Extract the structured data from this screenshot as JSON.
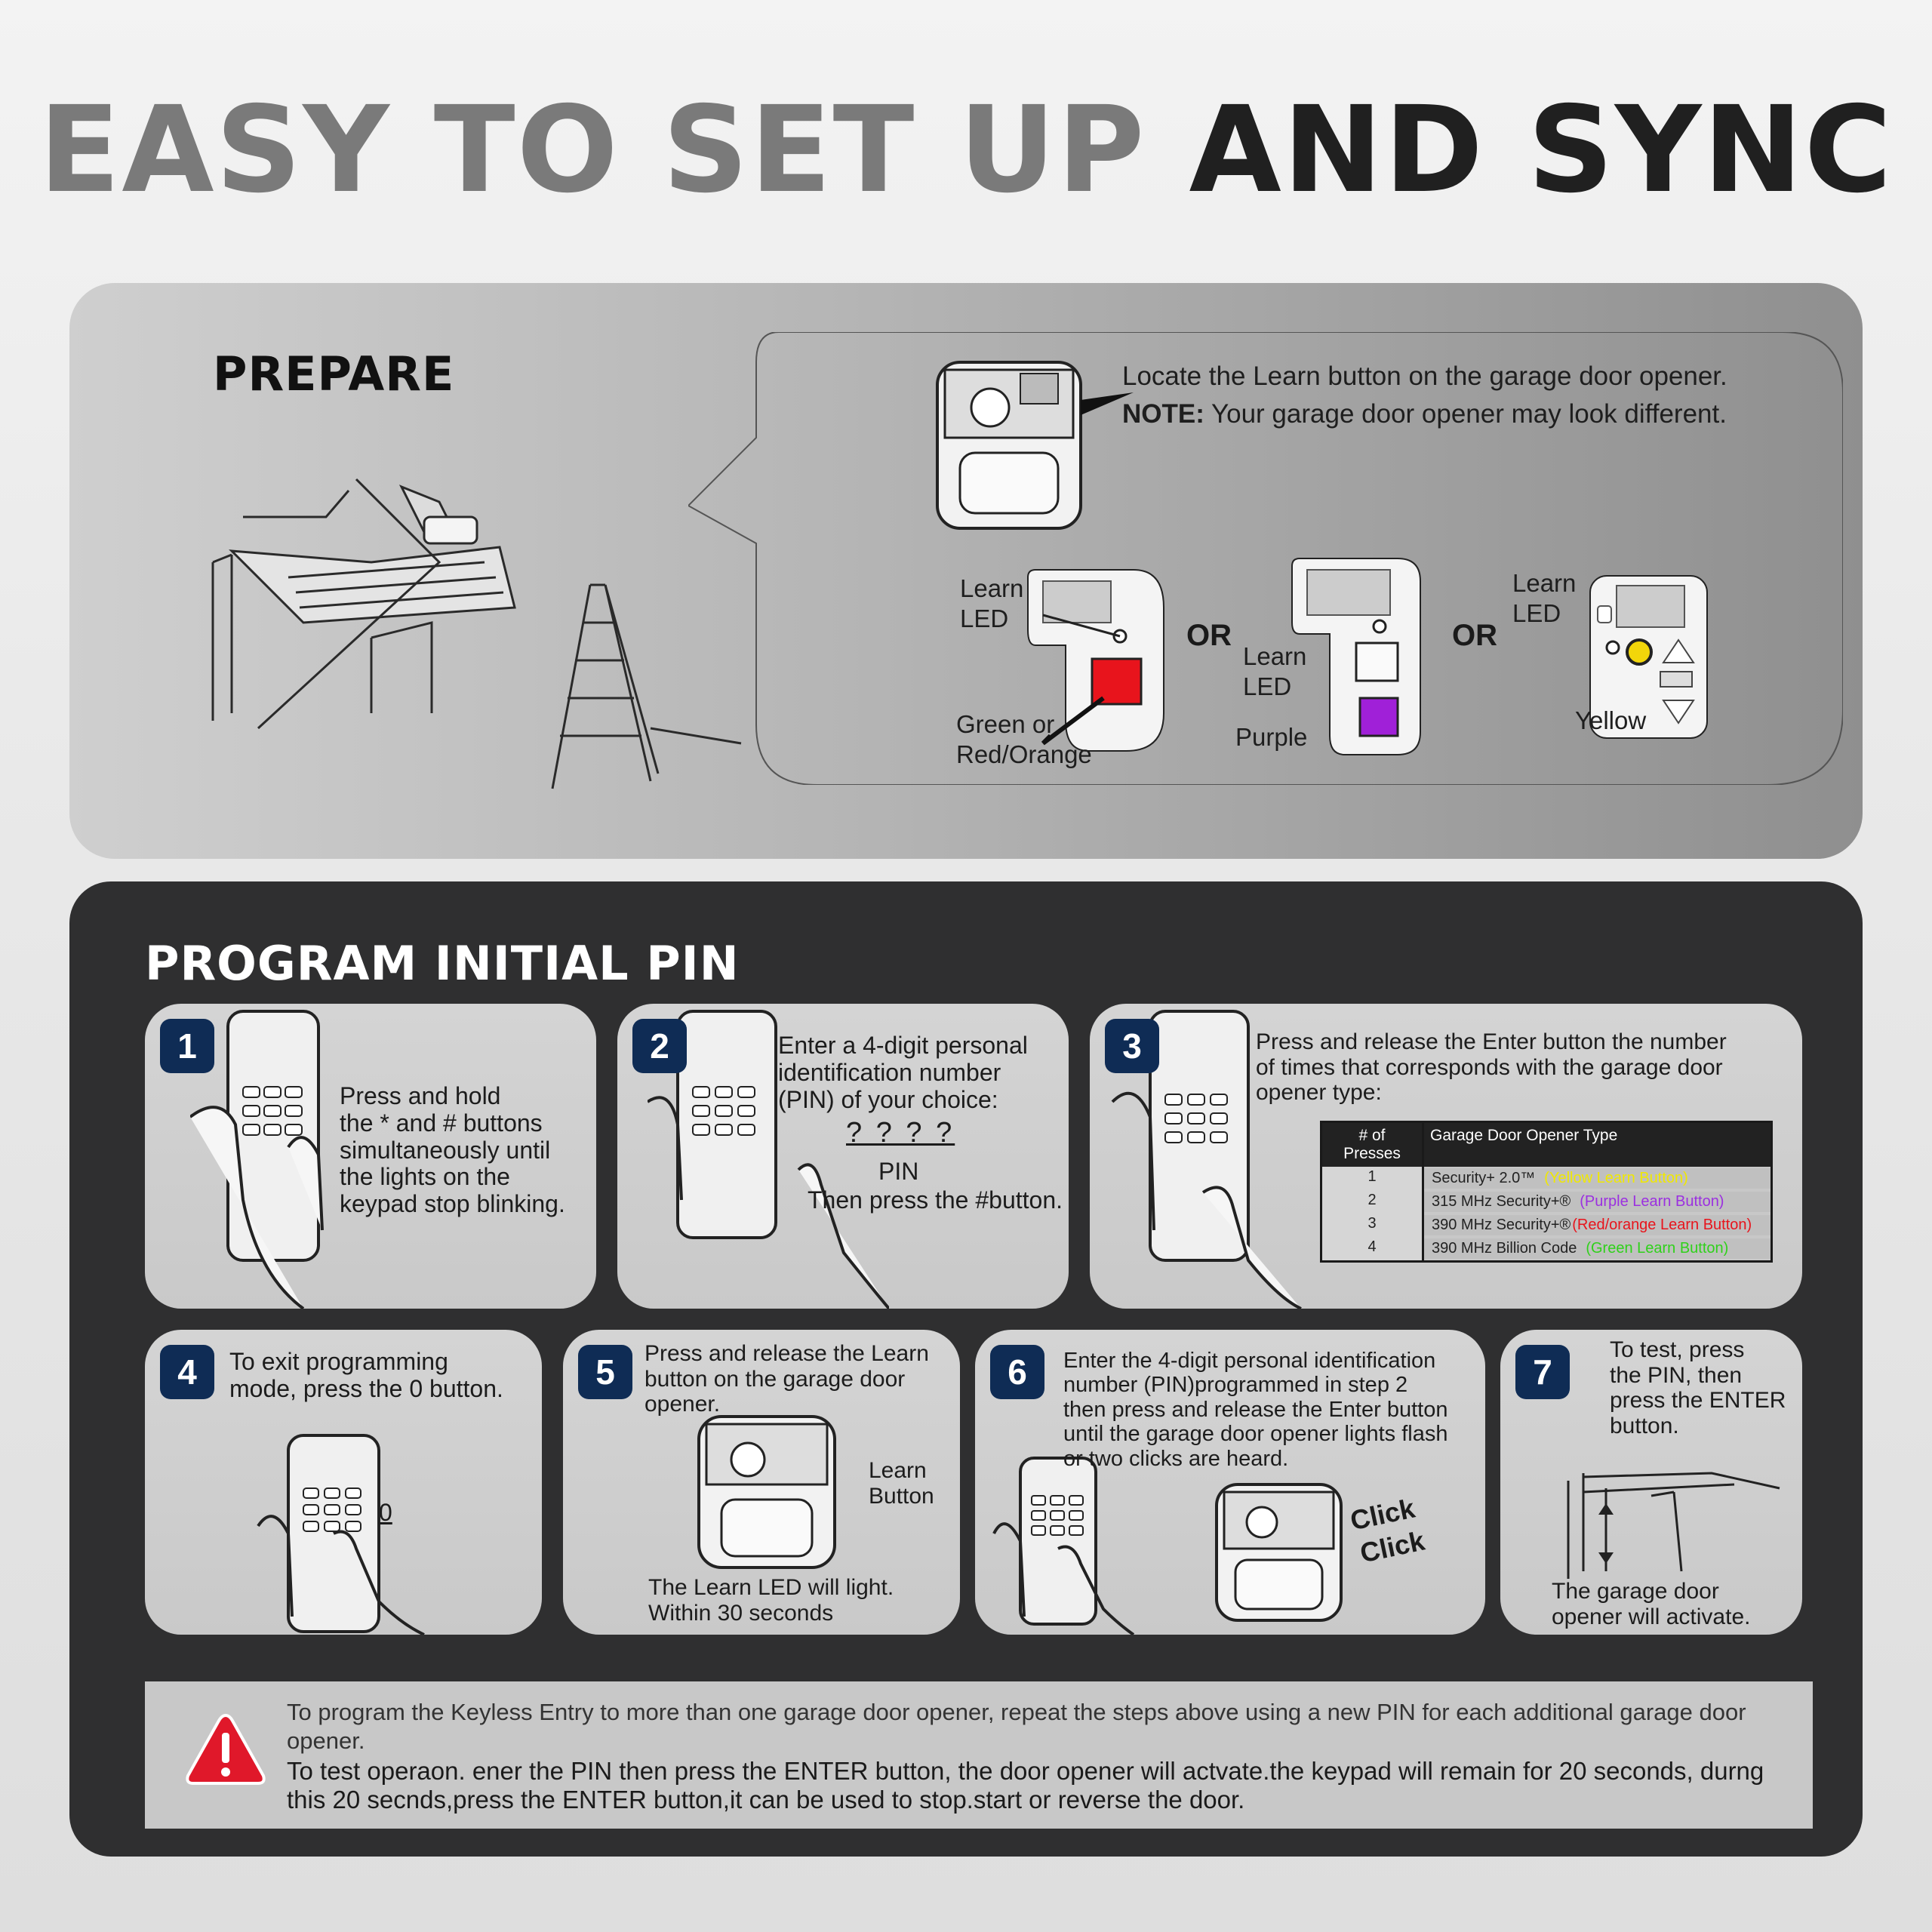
{
  "title": {
    "part1": "EASY TO SET UP ",
    "part2": "AND SYNC"
  },
  "prepare": {
    "heading": "PREPARE",
    "callout_line1": "Locate the Learn button on the garage door opener.",
    "note_label": "NOTE:",
    "note_text": "Your garage door opener may look different.",
    "opener1": {
      "led_label_1": "Learn",
      "led_label_2": "LED",
      "color_label_1": "Green or",
      "color_label_2": "Red/Orange",
      "button_color": "#e8141c"
    },
    "or_label": "OR",
    "opener2": {
      "led_label_1": "Learn",
      "led_label_2": "LED",
      "color_label": "Purple",
      "button_color": "#a020d8"
    },
    "opener3": {
      "led_label_1": "Learn",
      "led_label_2": "LED",
      "color_label": "Yellow",
      "button_color": "#f2d60a"
    }
  },
  "program": {
    "heading": "PROGRAM INITIAL PIN",
    "steps": [
      {
        "number": "1",
        "text": "Press and hold\nthe * and # buttons\nsimultaneously until\nthe lights on the\nkeypad stop blinking."
      },
      {
        "number": "2",
        "text": "Enter a 4-digit personal\nidentification number\n(PIN) of your choice:",
        "pin_marks": "? ? ? ?",
        "pin_label": "PIN",
        "text_after": "Then press the #button."
      },
      {
        "number": "3",
        "text": "Press and release the Enter button the number\nof times that corresponds with the garage door\nopener type:",
        "table": {
          "headers": [
            "# of Presses",
            "Garage Door Opener Type"
          ],
          "rows": [
            {
              "presses": "1",
              "type": "Security+ 2.0™",
              "hint": "(Yellow Learn Button)",
              "hint_color": "#f0e800"
            },
            {
              "presses": "2",
              "type": "315 MHz Security+®",
              "hint": "(Purple Learn Button)",
              "hint_color": "#9b30e0"
            },
            {
              "presses": "3",
              "type": "390 MHz Security+®",
              "hint": "(Red/orange Learn Button)",
              "hint_color": "#e8141c"
            },
            {
              "presses": "4",
              "type": "390 MHz Billion Code",
              "hint": "(Green Learn Button)",
              "hint_color": "#2fd11a"
            }
          ]
        }
      },
      {
        "number": "4",
        "text": "To exit programming\nmode, press the 0 button.",
        "key_label": "0"
      },
      {
        "number": "5",
        "text": "Press and release the Learn\nbutton on the garage door\nopener.",
        "learn_label": "Learn\nButton",
        "text_after": "The Learn LED will light.\nWithin 30 seconds"
      },
      {
        "number": "6",
        "text": "Enter the 4-digit personal identification\nnumber (PIN)programmed in step 2\nthen press and release the Enter button\nuntil the garage door opener lights flash\nor two clicks are heard.",
        "click1": "Click",
        "click2": "Click"
      },
      {
        "number": "7",
        "text": "To test, press\nthe PIN, then\npress the ENTER\nbutton.",
        "text_after": "The garage door\nopener will activate."
      }
    ]
  },
  "warning": {
    "line1": "To program the Keyless Entry to more than one garage door opener, repeat the steps above using a new PIN for each additional garage door opener.",
    "line2": "To test operaon. ener the PIN then press the ENTER button, the door opener will actvate.the keypad will remain for 20 seconds, durng this 20 secnds,press the ENTER button,it can be used to stop.start or reverse the door."
  },
  "colors": {
    "step_badge": "#0f2c55",
    "warning_red": "#e0182a"
  }
}
